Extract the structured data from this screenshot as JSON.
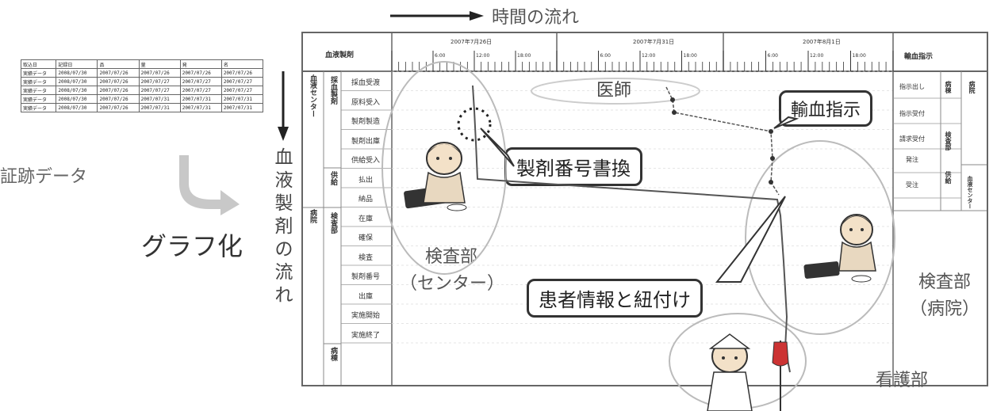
{
  "time_flow": "時間の流れ",
  "evidence": {
    "label": "証跡データ",
    "rows": [
      [
        "取込日",
        "記録日",
        "品",
        "量",
        "発",
        "名"
      ],
      [
        "実績データ",
        "2008/07/30",
        "2007/07/26",
        "2007/07/26",
        "2007/07/26",
        "2007/07/26"
      ],
      [
        "実績データ",
        "2008/07/30",
        "2007/07/26",
        "2007/07/27",
        "2007/07/27",
        "2007/07/27"
      ],
      [
        "実績データ",
        "2008/07/30",
        "2007/07/26",
        "2007/07/27",
        "2007/07/27",
        "2007/07/27"
      ],
      [
        "実績データ",
        "2008/07/30",
        "2007/07/26",
        "2007/07/31",
        "2007/07/31",
        "2007/07/31"
      ],
      [
        "実績データ",
        "2008/07/30",
        "2007/07/26",
        "2007/07/31",
        "2007/07/31",
        "2007/07/31"
      ]
    ]
  },
  "graph_label": "グラフ化",
  "blood_flow_chars": [
    "血",
    "液",
    "製",
    "剤",
    "の",
    "流",
    "れ"
  ],
  "chart": {
    "left_header": "血液製剤",
    "right_header": "輸血指示",
    "dates": [
      "2007年7月26日",
      "2007年7月31日",
      "2007年8月1日"
    ],
    "hour_labels": [
      "6:00",
      "12:00",
      "18:00"
    ],
    "group_a": "血液センター",
    "group_b": "病院",
    "sub_groups": [
      "採血製剤",
      "供給",
      "検査部",
      "病棟"
    ],
    "rows": [
      "採血受渡",
      "原料受入",
      "製剤製造",
      "製剤出庫",
      "供給受入",
      "払出",
      "納品",
      "在庫",
      "確保",
      "検査",
      "製剤番号",
      "出庫",
      "実施開始",
      "実施終了"
    ],
    "right_rows": [
      "指示出し",
      "指示受付",
      "請求受付",
      "発注",
      "受注"
    ],
    "right_groups": [
      "病棟",
      "検査部",
      "供給"
    ],
    "right_far": [
      "病院",
      "血液センター"
    ]
  },
  "callouts": {
    "doctor": "医師",
    "transfusion_order": "輸血指示",
    "product_number": "製剤番号書換",
    "patient_link": "患者情報と紐付け"
  },
  "places": {
    "lab_center_1": "検査部",
    "lab_center_2": "（センター）",
    "lab_hospital_1": "検査部",
    "lab_hospital_2": "（病院）",
    "nursing": "看護部"
  }
}
